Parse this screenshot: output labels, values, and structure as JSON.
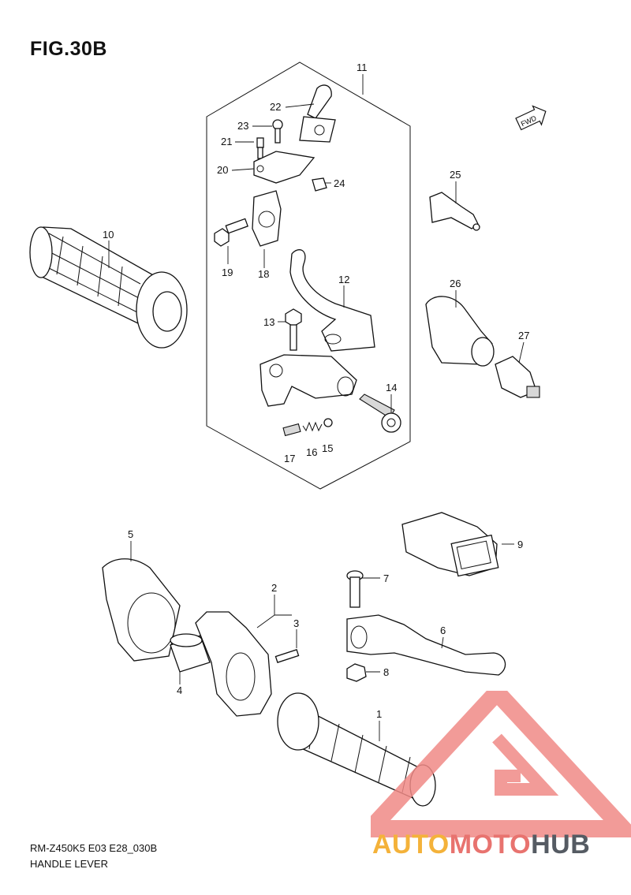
{
  "figure": {
    "title": "FIG.30B"
  },
  "caption": {
    "code": "RM-Z450K5 E03 E28_030B",
    "name": "HANDLE LEVER"
  },
  "direction_badge": {
    "text": "FWD"
  },
  "callouts": [
    "1",
    "2",
    "3",
    "4",
    "5",
    "6",
    "7",
    "8",
    "9",
    "10",
    "11",
    "12",
    "13",
    "14",
    "15",
    "16",
    "17",
    "18",
    "19",
    "20",
    "21",
    "22",
    "23",
    "24",
    "25",
    "26",
    "27"
  ],
  "watermark": {
    "part1": "AUTO",
    "part2": "MOTO",
    "part3": "HUB"
  },
  "colors": {
    "watermark_red": "#f08a86",
    "watermark_orange": "#f4b23a",
    "watermark_grey": "#555b63"
  }
}
